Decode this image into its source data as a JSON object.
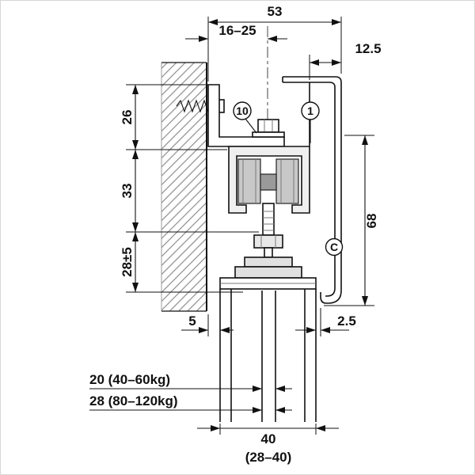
{
  "diagram": {
    "type": "technical-drawing",
    "subject": "Top-hung sliding door roller, track and fascia cross-section with mounting dimensions",
    "dims": {
      "top_width": "53",
      "adjust_range": "16–25",
      "fascia_offset": "12.5",
      "bracket_height": "26",
      "track_height": "33",
      "hanger_adjust": "28±5",
      "wall_gap": "5",
      "fascia_gap": "2.5",
      "fascia_height": "68",
      "slot_light": "20 (40–60kg)",
      "slot_heavy": "28 (80–120kg)",
      "door_thickness": "40",
      "door_thickness_range": "(28–40)"
    },
    "callouts": {
      "bolt": "10",
      "track": "1",
      "fascia": "C"
    },
    "colors": {
      "line": "#111111",
      "hatch": "#8c8c8c",
      "roller_fill": "#c8c8c8",
      "profile_fill": "#efefef",
      "background": "#ffffff"
    }
  }
}
